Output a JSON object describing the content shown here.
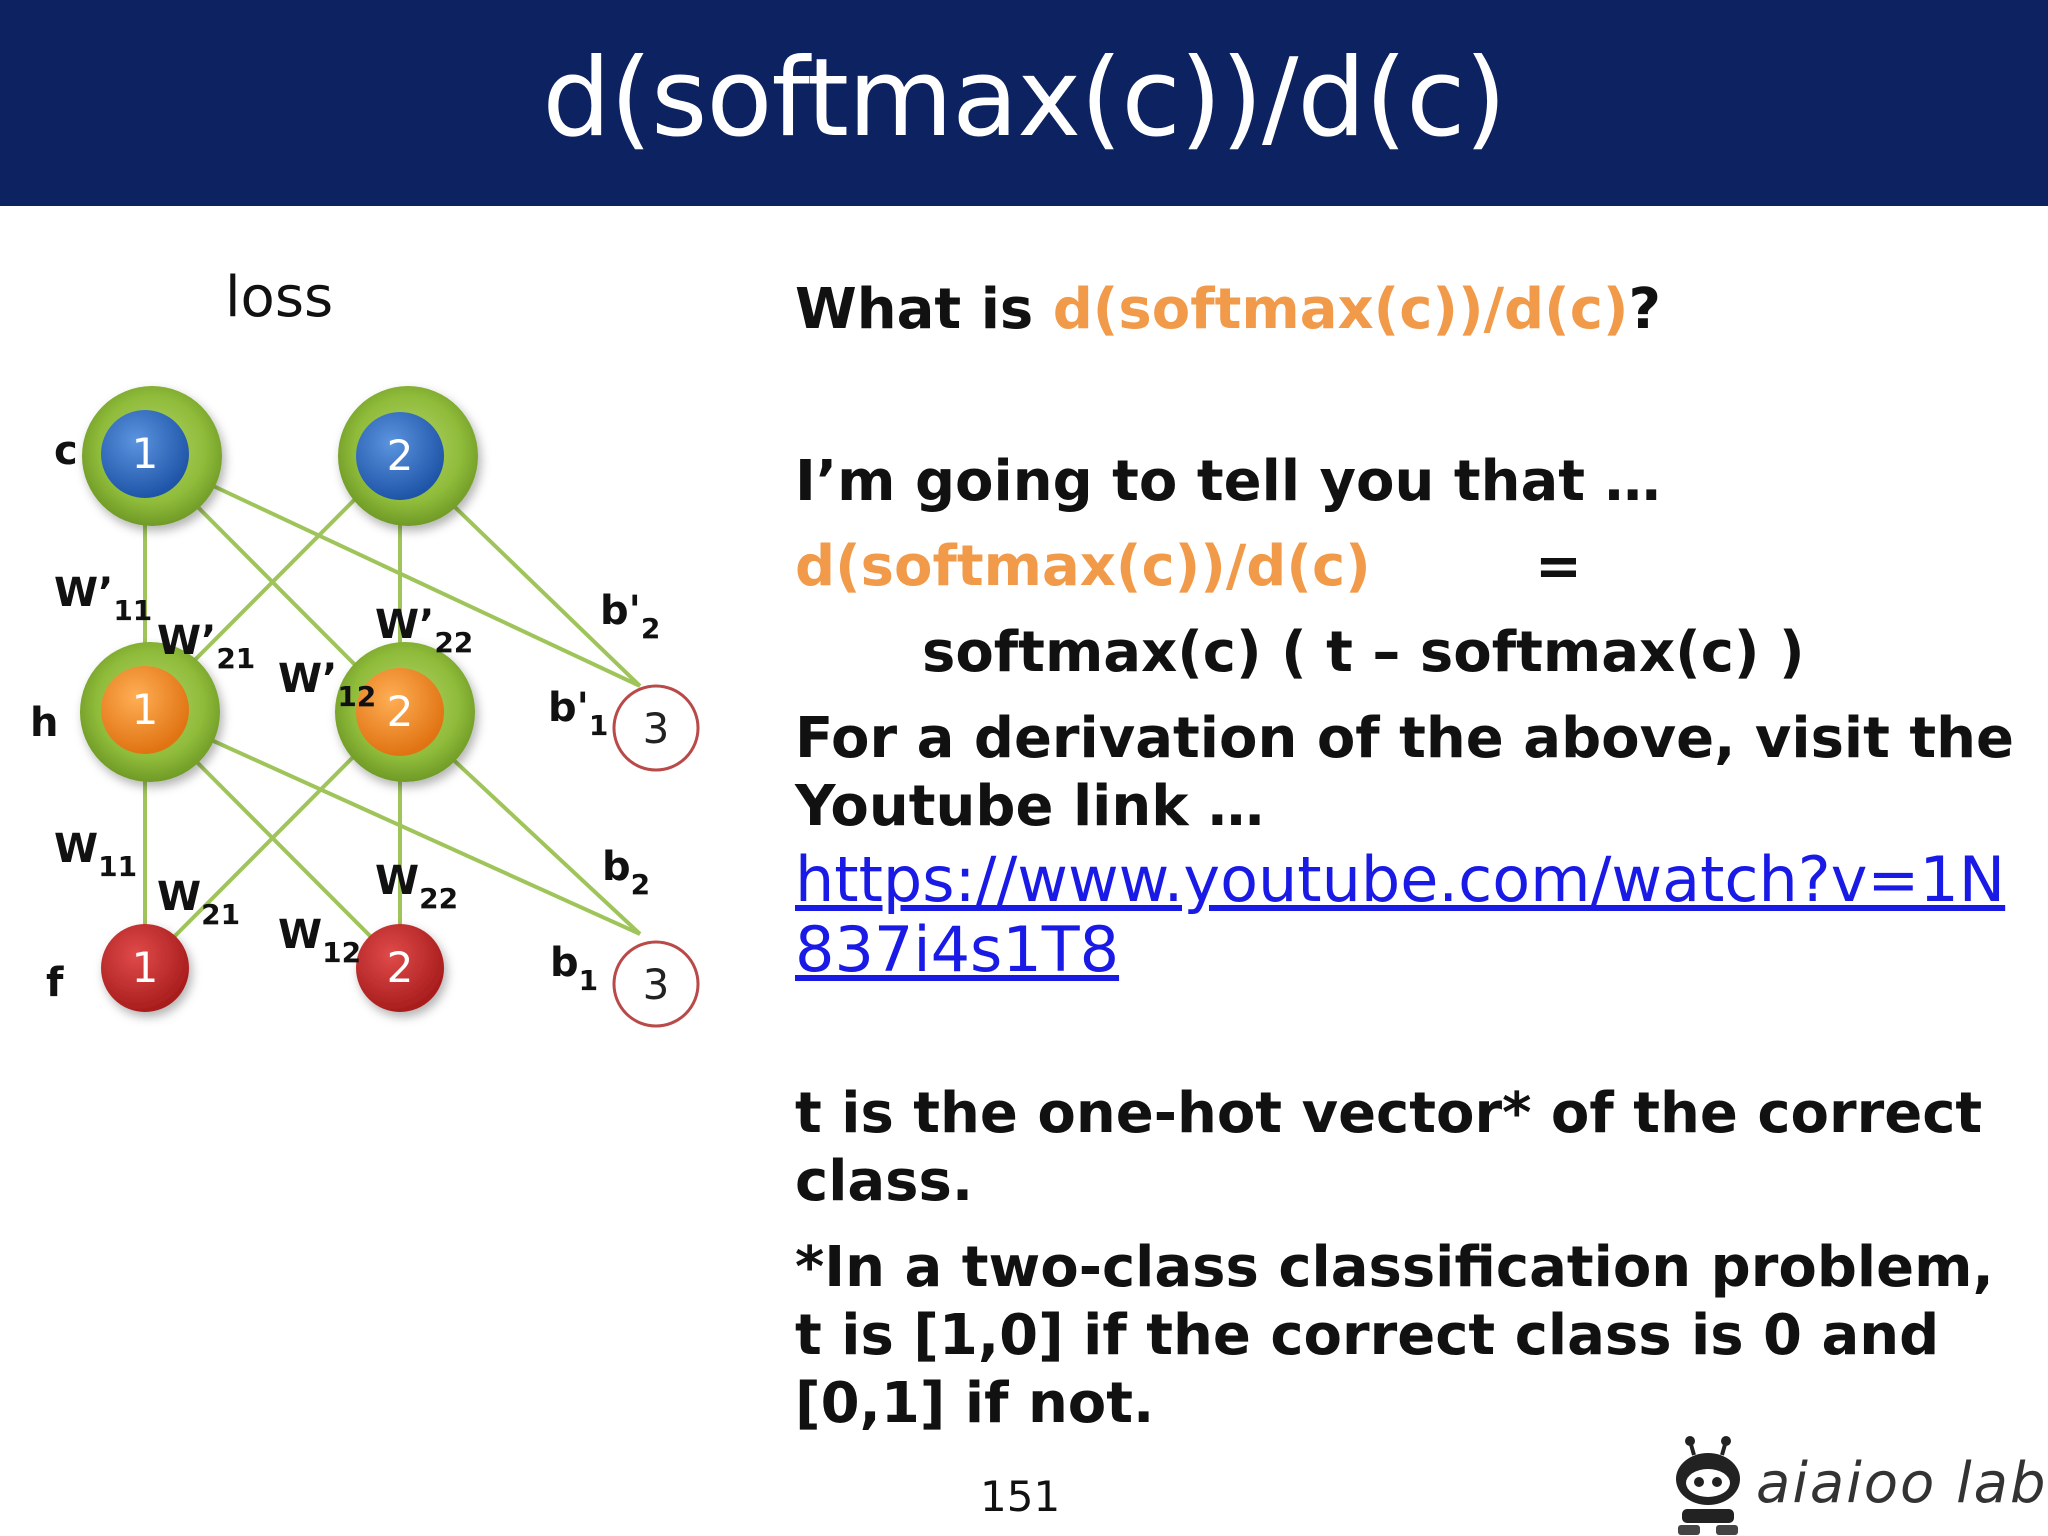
{
  "slide": {
    "title": "d(softmax(c))/d(c)",
    "page_number": "151"
  },
  "diagram": {
    "loss_label": "loss",
    "layer_labels": {
      "c": "c",
      "h": "h",
      "f": "f"
    },
    "nodes": {
      "c1": "1",
      "c2": "2",
      "h1": "1",
      "h2": "2",
      "h3": "3",
      "f1": "1",
      "f2": "2",
      "f3": "3"
    },
    "weights": {
      "wp11": {
        "base": "W’",
        "sub": "11"
      },
      "wp21": {
        "base": "W’",
        "sub": "21"
      },
      "wp12": {
        "base": "W’",
        "sub": "12"
      },
      "wp22": {
        "base": "W’",
        "sub": "22"
      },
      "bp2": {
        "base": "b'",
        "sub": "2"
      },
      "bp1": {
        "base": "b'",
        "sub": "1"
      },
      "w11": {
        "base": "W",
        "sub": "11"
      },
      "w21": {
        "base": "W",
        "sub": "21"
      },
      "w12": {
        "base": "W",
        "sub": "12"
      },
      "w22": {
        "base": "W",
        "sub": "22"
      },
      "b2": {
        "base": "b",
        "sub": "2"
      },
      "b1": {
        "base": "b",
        "sub": "1"
      }
    },
    "colors": {
      "edge": "#9ec45a",
      "halo": "#8fbb3a",
      "output_node": "#2f6fc4",
      "hidden_node": "#f28a1e",
      "input_node": "#c42a2a",
      "bias_ring": "#b84a4a"
    }
  },
  "content": {
    "question": {
      "prefix": "What is ",
      "highlight": "d(softmax(c))/d(c)",
      "suffix": "?"
    },
    "statement_intro": "I’m going to tell you that …",
    "formula_lhs": "d(softmax(c))/d(c)",
    "formula_eq": "=",
    "formula_rhs": "softmax(c) ( t – softmax(c) )",
    "derivation_text": "For a derivation of the above, visit the Youtube link …",
    "url": "https://www.youtube.com/watch?v=1N837i4s1T8",
    "t_definition": "t is the one-hot vector* of the correct class.",
    "footnote": "*In a two-class classification problem, t is [1,0] if the correct class is 0 and [0,1] if not."
  },
  "logo": {
    "text": "aiaioo labs",
    "icon": "robot-icon"
  }
}
